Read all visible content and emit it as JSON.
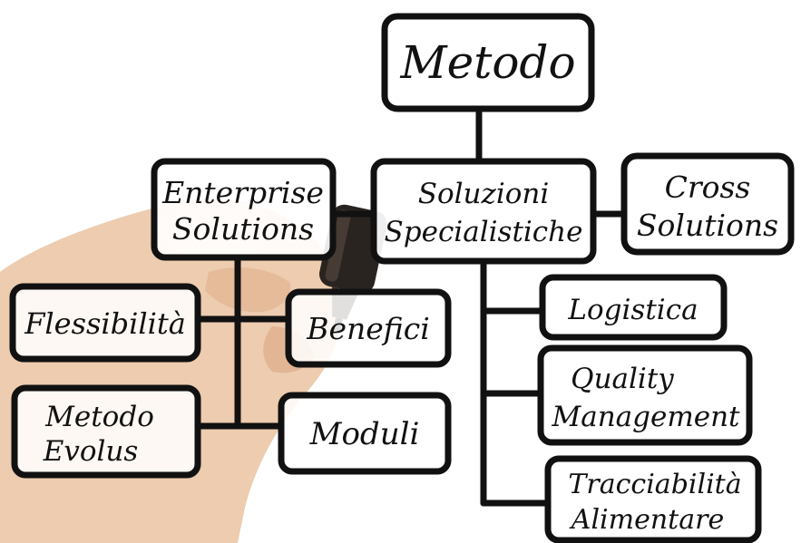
{
  "diagram": {
    "root": {
      "id": "metodo",
      "lines": [
        "Metodo"
      ]
    },
    "level2": [
      {
        "id": "enterprise-solutions",
        "lines": [
          "Enterprise",
          "Solutions"
        ]
      },
      {
        "id": "soluzioni-specialistiche",
        "lines": [
          "Soluzioni",
          "Specialistiche"
        ]
      },
      {
        "id": "cross-solutions",
        "lines": [
          "Cross",
          "Solutions"
        ]
      }
    ],
    "enterprise_children": [
      {
        "id": "flessibilita",
        "lines": [
          "Flessibilità"
        ]
      },
      {
        "id": "benefici",
        "lines": [
          "Benefici"
        ]
      },
      {
        "id": "metodo-evolus",
        "lines": [
          "Metodo",
          "Evolus"
        ]
      },
      {
        "id": "moduli",
        "lines": [
          "Moduli"
        ]
      }
    ],
    "specialistiche_children": [
      {
        "id": "logistica",
        "lines": [
          "Logistica"
        ]
      },
      {
        "id": "quality-management",
        "lines": [
          "Quality",
          "Management"
        ]
      },
      {
        "id": "tracciabilita-alimentare",
        "lines": [
          "Tracciabilità",
          "Alimentare"
        ]
      }
    ]
  },
  "colors": {
    "ink": "#111111",
    "box_fill": "#ffffff",
    "skin": "#e9c3a3",
    "marker": "#2a2420"
  },
  "icons": {
    "hand": "hand-with-marker-icon"
  }
}
